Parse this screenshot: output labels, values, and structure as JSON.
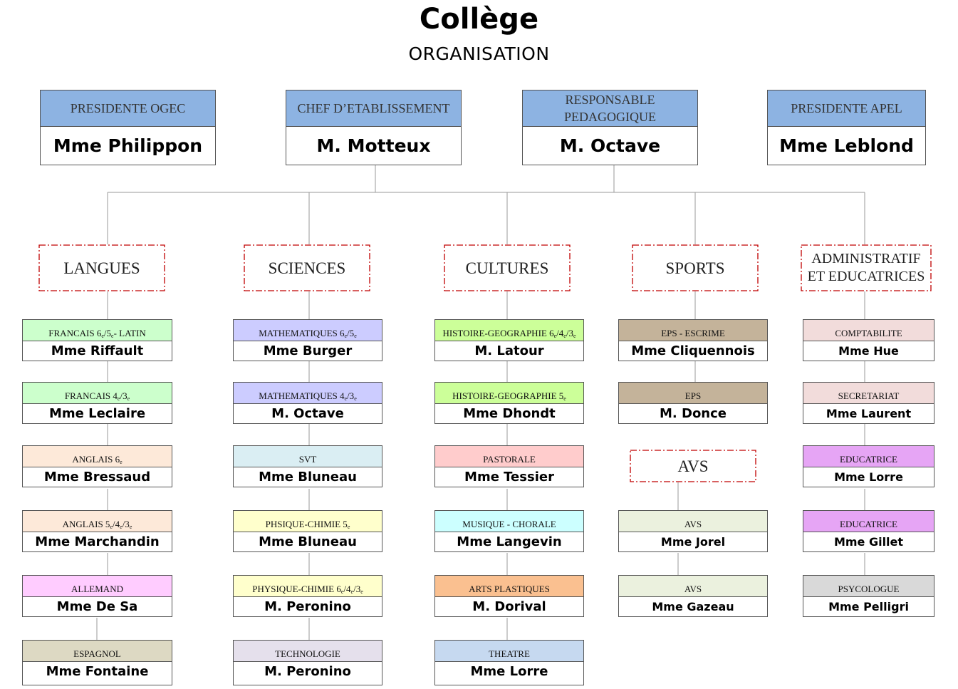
{
  "header": {
    "title": "Collège",
    "subtitle": "ORGANISATION"
  },
  "leaders": [
    {
      "role": "PRESIDENTE OGEC",
      "name": "Mme Philippon"
    },
    {
      "role": "CHEF D’ETABLISSEMENT",
      "name": "M. Motteux"
    },
    {
      "role": "RESPONSABLE\nPEDAGOGIQUE",
      "name": "M. Octave"
    },
    {
      "role": "PRESIDENTE APEL",
      "name": "Mme Leblond"
    }
  ],
  "departments": [
    {
      "label": "LANGUES"
    },
    {
      "label": "SCIENCES"
    },
    {
      "label": "CULTURES"
    },
    {
      "label": "SPORTS"
    },
    {
      "label": "ADMINISTRATIF\nET EDUCATRICES"
    },
    {
      "label": "AVS"
    }
  ],
  "colors": {
    "leader_header": "#8db3e2",
    "dept_border": "#c00000",
    "green": "#ccffcc",
    "lavender": "#ccccff",
    "peach": "#fde9d9",
    "pink": "#ffccff",
    "tan": "#ddd9c3",
    "lightblue": "#daeef3",
    "yellow": "#ffffcc",
    "grey_lavender": "#e5e0ec",
    "lime": "#ccff99",
    "rose": "#ffcccc",
    "cyan": "#ccffff",
    "orange": "#fac090",
    "steel": "#c6d9f0",
    "khaki": "#c4b39a",
    "sage": "#ebf1de",
    "blush": "#f2dcdb",
    "violet": "#e6a5f5",
    "grey": "#d9d9d9"
  },
  "columns": [
    {
      "cards": [
        {
          "subject": "FRANCAIS 6",
          "sups": [
            "e",
            "/5",
            "e",
            " - LATIN"
          ],
          "person": "Mme Riffault",
          "color": "#ccffcc"
        },
        {
          "subject": "FRANCAIS 4",
          "sups": [
            "e",
            "/3",
            "e",
            ""
          ],
          "person": "Mme Leclaire",
          "color": "#ccffcc"
        },
        {
          "subject": "ANGLAIS 6",
          "sups": [
            "e",
            "",
            "",
            ""
          ],
          "person": "Mme Bressaud",
          "color": "#fde9d9"
        },
        {
          "subject": "ANGLAIS 5",
          "sups": [
            "e",
            "/4",
            "e",
            "/3e"
          ],
          "person": "Mme Marchandin",
          "color": "#fde9d9"
        },
        {
          "subject": "ALLEMAND",
          "sups": [
            "",
            "",
            "",
            ""
          ],
          "person": "Mme De Sa",
          "color": "#ffccff"
        },
        {
          "subject": "ESPAGNOL",
          "sups": [
            "",
            "",
            "",
            ""
          ],
          "person": "Mme Fontaine",
          "color": "#ddd9c3"
        }
      ]
    },
    {
      "cards": [
        {
          "subject": "MATHEMATIQUES 6",
          "sups": [
            "e",
            "/5",
            "e",
            ""
          ],
          "person": "Mme Burger",
          "color": "#ccccff"
        },
        {
          "subject": "MATHEMATIQUES 4",
          "sups": [
            "e",
            "/3",
            "e",
            ""
          ],
          "person": "M. Octave",
          "color": "#ccccff"
        },
        {
          "subject": "SVT",
          "sups": [
            "",
            "",
            "",
            ""
          ],
          "person": "Mme Bluneau",
          "color": "#daeef3"
        },
        {
          "subject": "PHSIQUE-CHIMIE 5",
          "sups": [
            "e",
            "",
            "",
            ""
          ],
          "person": "Mme Bluneau",
          "color": "#ffffcc"
        },
        {
          "subject": "PHYSIQUE-CHIMIE 6",
          "sups": [
            "e",
            "/4",
            "e",
            "/3e"
          ],
          "person": "M. Peronino",
          "color": "#ffffcc"
        },
        {
          "subject": "TECHNOLOGIE",
          "sups": [
            "",
            "",
            "",
            ""
          ],
          "person": "M. Peronino",
          "color": "#e5e0ec"
        }
      ]
    },
    {
      "cards": [
        {
          "subject": "HISTOIRE-GEOGRAPHIE 6",
          "sups": [
            "e",
            "/4",
            "e",
            "/3e"
          ],
          "person": "M. Latour",
          "color": "#ccff99"
        },
        {
          "subject": "HISTOIRE-GEOGRAPHIE 5",
          "sups": [
            "e",
            "",
            "",
            ""
          ],
          "person": "Mme Dhondt",
          "color": "#ccff99"
        },
        {
          "subject": "PASTORALE",
          "sups": [
            "",
            "",
            "",
            ""
          ],
          "person": "Mme Tessier",
          "color": "#ffcccc"
        },
        {
          "subject": "MUSIQUE - CHORALE",
          "sups": [
            "",
            "",
            "",
            ""
          ],
          "person": "Mme Langevin",
          "color": "#ccffff"
        },
        {
          "subject": "ARTS PLASTIQUES",
          "sups": [
            "",
            "",
            "",
            ""
          ],
          "person": "M. Dorival",
          "color": "#fac090"
        },
        {
          "subject": "THEATRE",
          "sups": [
            "",
            "",
            "",
            ""
          ],
          "person": "Mme Lorre",
          "color": "#c6d9f0"
        }
      ]
    },
    {
      "cards": [
        {
          "subject": "EPS - ESCRIME",
          "sups": [
            "",
            "",
            "",
            ""
          ],
          "person": "Mme Cliquennois",
          "color": "#c4b39a"
        },
        {
          "subject": "EPS",
          "sups": [
            "",
            "",
            "",
            ""
          ],
          "person": "M. Donce",
          "color": "#c4b39a"
        },
        {
          "subject": "AVS",
          "sups": [
            "",
            "",
            "",
            ""
          ],
          "person": "Mme Jorel",
          "color": "#ebf1de"
        },
        {
          "subject": "AVS",
          "sups": [
            "",
            "",
            "",
            ""
          ],
          "person": "Mme Gazeau",
          "color": "#ebf1de"
        }
      ]
    },
    {
      "cards": [
        {
          "subject": "COMPTABILITE",
          "sups": [
            "",
            "",
            "",
            ""
          ],
          "person": "Mme Hue",
          "color": "#f2dcdb"
        },
        {
          "subject": "SECRETARIAT",
          "sups": [
            "",
            "",
            "",
            ""
          ],
          "person": "Mme Laurent",
          "color": "#f2dcdb"
        },
        {
          "subject": "EDUCATRICE",
          "sups": [
            "",
            "",
            "",
            ""
          ],
          "person": "Mme Lorre",
          "color": "#e6a5f5"
        },
        {
          "subject": "EDUCATRICE",
          "sups": [
            "",
            "",
            "",
            ""
          ],
          "person": "Mme Gillet",
          "color": "#e6a5f5"
        },
        {
          "subject": "PSYCOLOGUE",
          "sups": [
            "",
            "",
            "",
            ""
          ],
          "person": "Mme Pelligri",
          "color": "#d9d9d9"
        }
      ]
    }
  ]
}
